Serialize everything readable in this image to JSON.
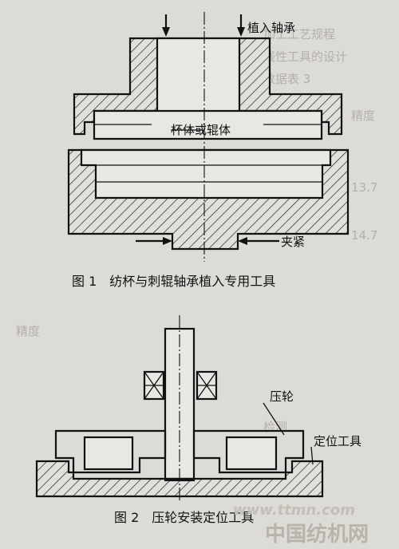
{
  "figure1": {
    "label_bearing": "植入轴承",
    "label_body": "杯体或辊体",
    "label_clamp": "夹紧",
    "caption": "图 1　纺杯与刺辊轴承植入专用工具"
  },
  "figure2": {
    "label_pressure_wheel": "压轮",
    "label_positioning_tool": "定位工具",
    "caption": "图 2　压轮安装定位工具"
  },
  "watermark": {
    "site": "www.ttmn.com",
    "brand": "中国纺机网"
  },
  "colors": {
    "paper": "#d8d6d1",
    "ink": "#111111"
  }
}
